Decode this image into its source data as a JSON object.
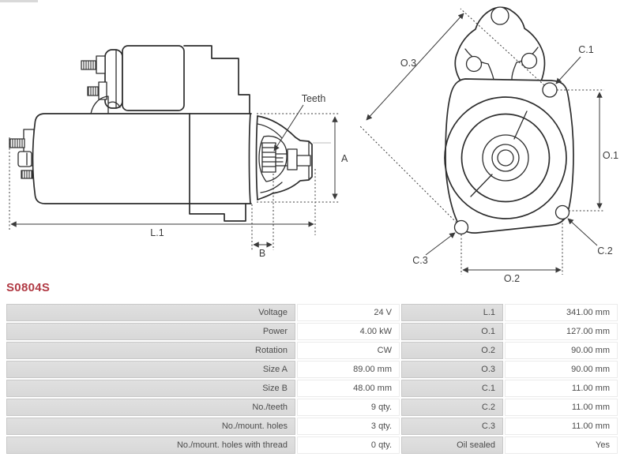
{
  "part_number": "S0804S",
  "colors": {
    "accent": "#b13a44",
    "line": "#2d2d2d",
    "table_label_bg": "#dbdbdb"
  },
  "diagram": {
    "side_view": {
      "teeth": "Teeth",
      "l1": "L.1",
      "b": "B",
      "a": "A"
    },
    "front_view": {
      "o3": "O.3",
      "c1": "C.1",
      "o1": "O.1",
      "c2": "C.2",
      "c3": "C.3",
      "o2": "O.2"
    }
  },
  "table": {
    "rows": [
      {
        "label1": "Voltage",
        "value1": "24 V",
        "label2": "L.1",
        "value2": "341.00 mm"
      },
      {
        "label1": "Power",
        "value1": "4.00 kW",
        "label2": "O.1",
        "value2": "127.00 mm"
      },
      {
        "label1": "Rotation",
        "value1": "CW",
        "label2": "O.2",
        "value2": "90.00 mm"
      },
      {
        "label1": "Size A",
        "value1": "89.00 mm",
        "label2": "O.3",
        "value2": "90.00 mm"
      },
      {
        "label1": "Size B",
        "value1": "48.00 mm",
        "label2": "C.1",
        "value2": "11.00 mm"
      },
      {
        "label1": "No./teeth",
        "value1": "9 qty.",
        "label2": "C.2",
        "value2": "11.00 mm"
      },
      {
        "label1": "No./mount. holes",
        "value1": "3 qty.",
        "label2": "C.3",
        "value2": "11.00 mm"
      },
      {
        "label1": "No./mount. holes with thread",
        "value1": "0 qty.",
        "label2": "Oil sealed",
        "value2": "Yes"
      }
    ]
  }
}
